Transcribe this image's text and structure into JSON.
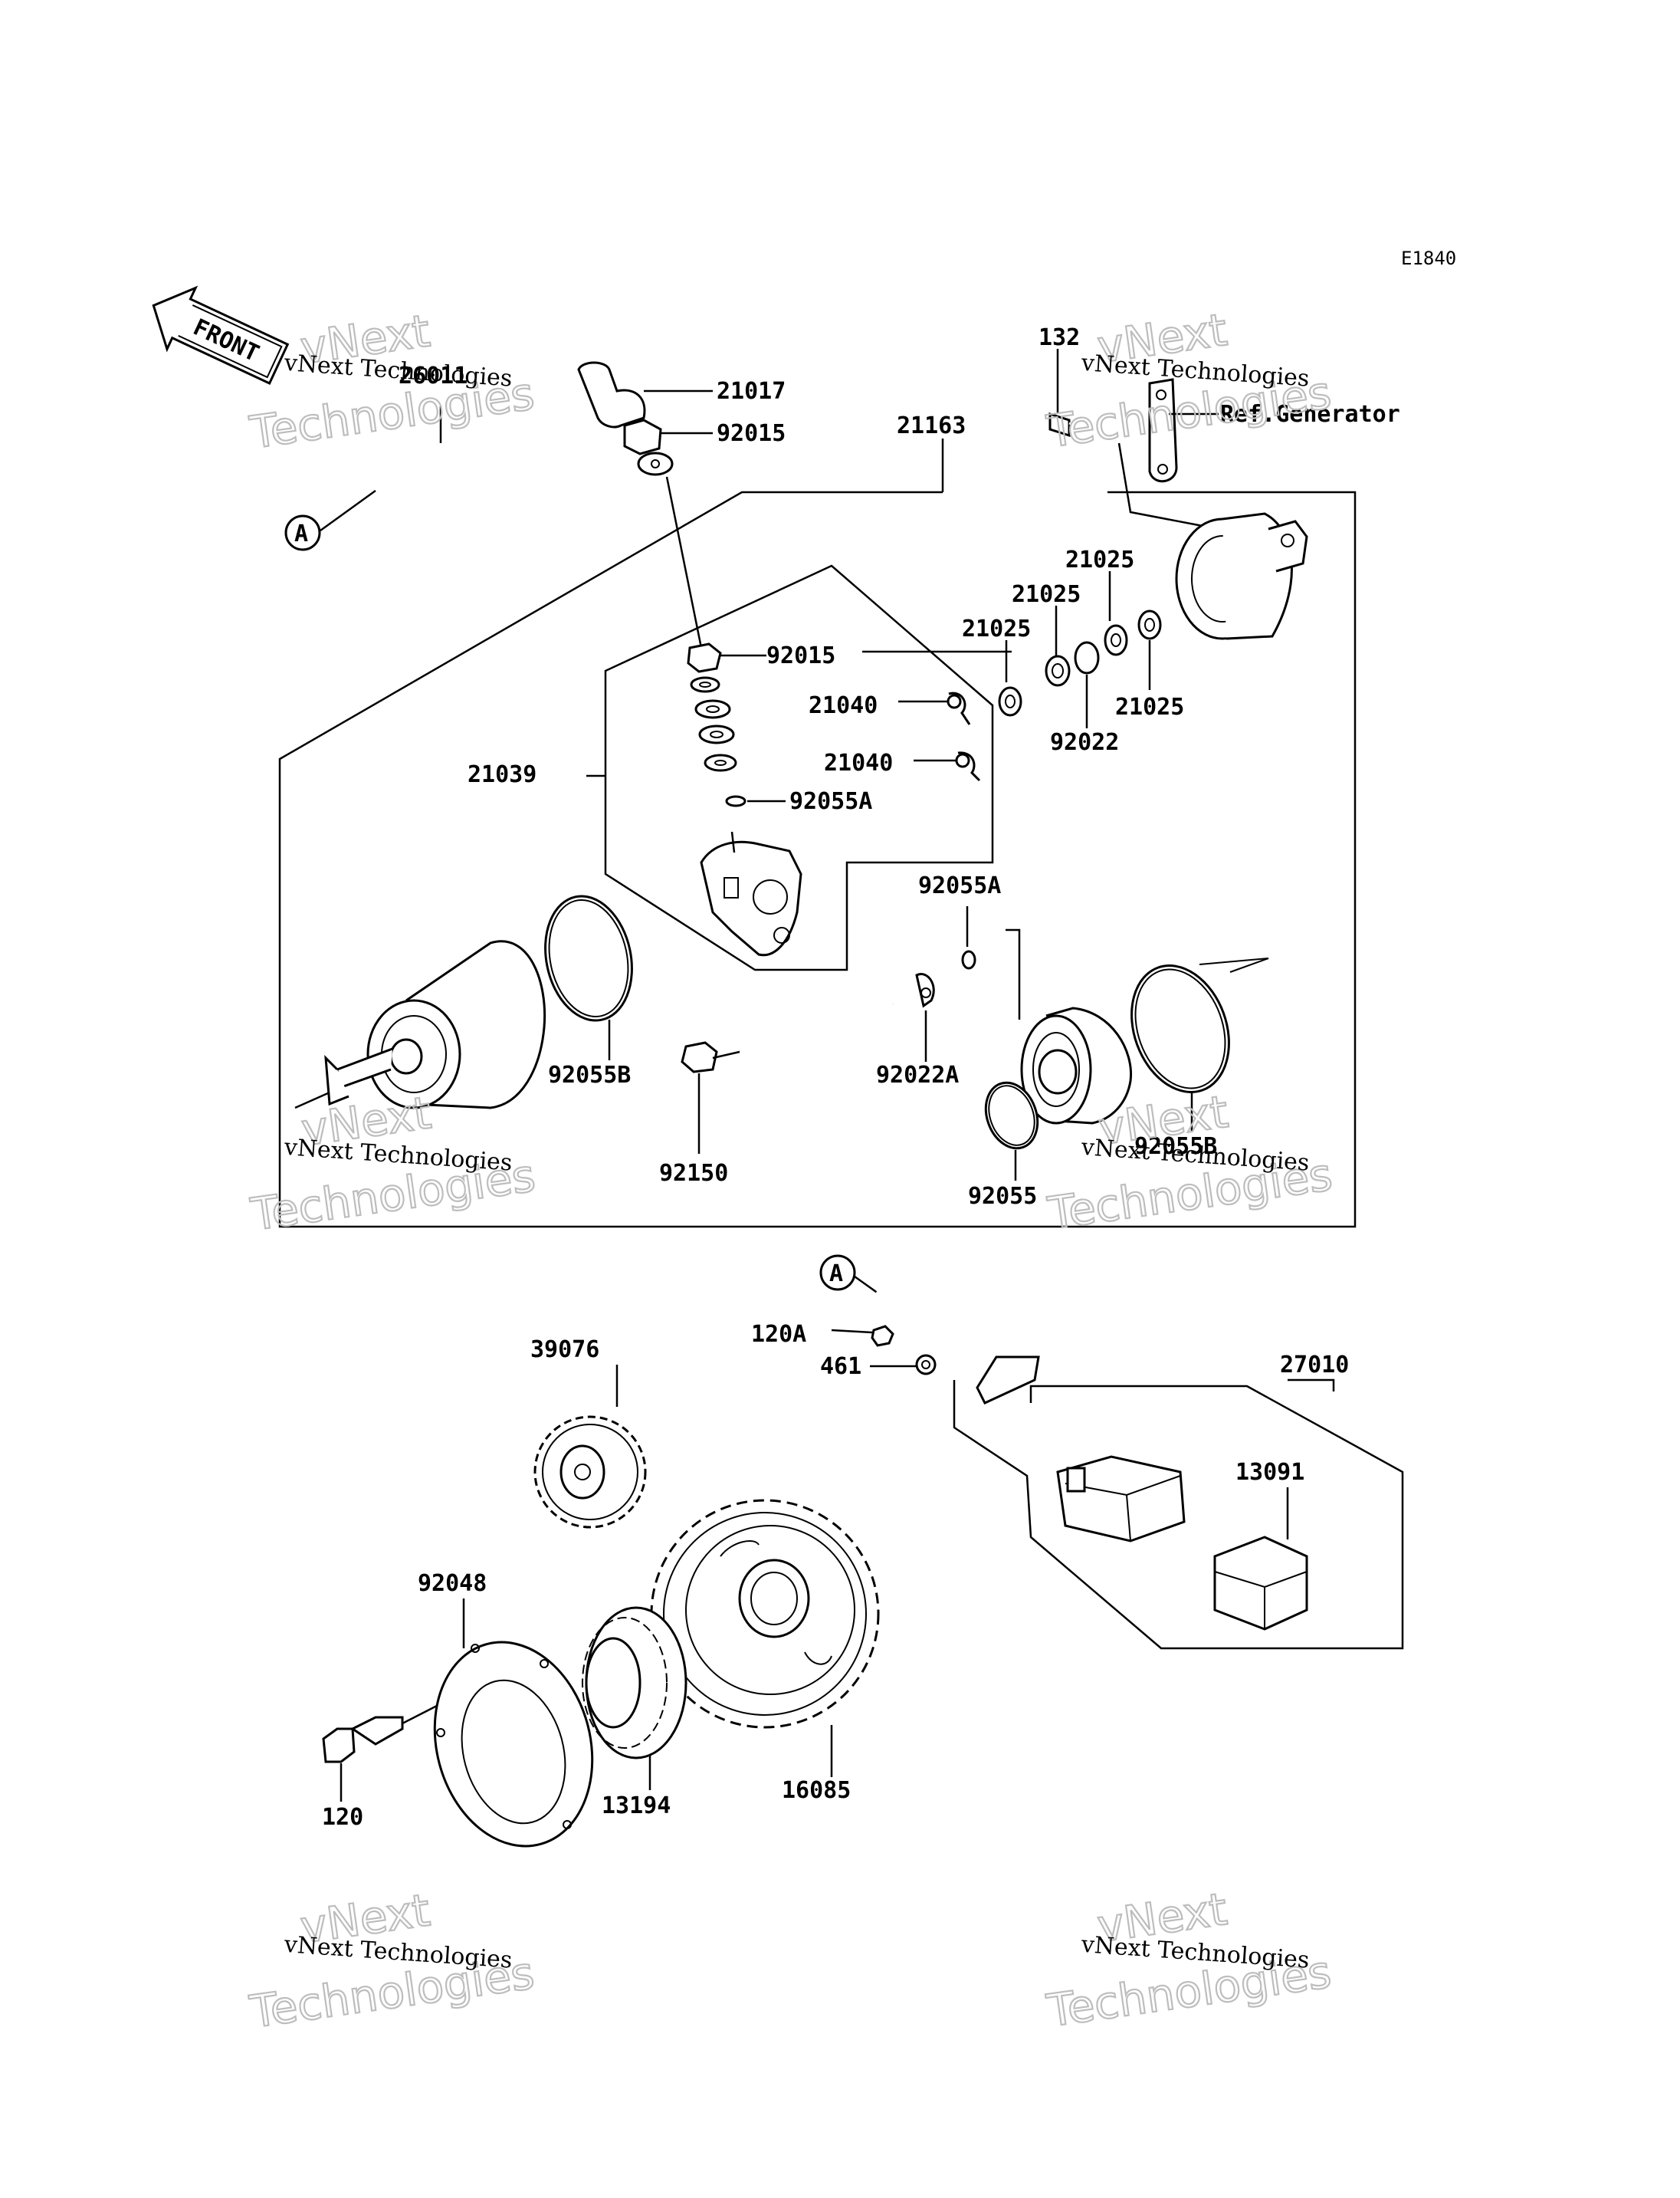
{
  "diagram_code": "E1840",
  "front_label": "FRONT",
  "ref_generator": "Ref.Generator",
  "connector_a": "A",
  "watermark": {
    "line1": "vNext Technologies",
    "line2": "vNext",
    "line3": "Technologies"
  },
  "parts": {
    "p26011": "26011",
    "p21017": "21017",
    "p92015_top": "92015",
    "p21163": "21163",
    "p132": "132",
    "p92015": "92015",
    "p21025_a": "21025",
    "p21025_b": "21025",
    "p21025_c": "21025",
    "p21025_d": "21025",
    "p92022": "92022",
    "p21040_a": "21040",
    "p21040_b": "21040",
    "p92055A_a": "92055A",
    "p21039": "21039",
    "p92055A_b": "92055A",
    "p92055B_a": "92055B",
    "p92022A": "92022A",
    "p92055B_b": "92055B",
    "p92150": "92150",
    "p92055": "92055",
    "p39076": "39076",
    "p120A": "120A",
    "p461": "461",
    "p27010": "27010",
    "p13091": "13091",
    "p92048": "92048",
    "p120": "120",
    "p13194": "13194",
    "p16085": "16085"
  }
}
